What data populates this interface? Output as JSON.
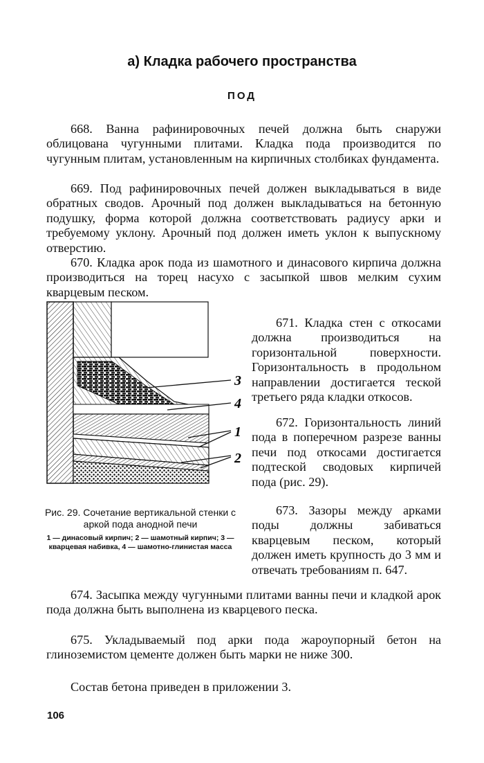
{
  "section_title": "а) Кладка рабочего пространства",
  "subtitle": "ПОД",
  "paragraphs": {
    "p668": "668. Ванна рафинировочных печей должна быть снаружи облицована чугунными плитами. Кладка пода производится по чугунным плитам, установленным на кирпичных столбиках фундамента.",
    "p669": "669. Под рафинировочных печей должен выкладываться в виде обратных сводов. Арочный под должен выкладываться на бетонную подушку, форма которой должна соответствовать радиусу арки и требуемому уклону. Арочный под должен иметь уклон к выпускному отверстию.",
    "p670": "670. Кладка арок пода из шамотного и динасового кирпича должна производиться на торец насухо с засыпкой швов мелким сухим кварцевым песком.",
    "p671": "671. Кладка стен с откосами должна производиться на горизонтальной поверхности. Горизонтальность в продольном направлении достигается теской третьего ряда кладки откосов.",
    "p672": "672. Горизонтальность линий пода в поперечном разрезе ванны печи под откосами достигается подтеской сводовых кирпичей пода (рис. 29).",
    "p673": "673. Зазоры между арками поды должны забиваться кварцевым песком, который должен иметь крупность до 3 мм и отвечать требованиям п. 647.",
    "p674": "674. Засыпка между чугунными плитами ванны печи и кладкой арок пода должна быть выполнена из кварцевого песка.",
    "p675": "675. Укладываемый под арки пода жароупорный бетон на глиноземистом цементе должен быть марки не ниже 300.",
    "note": "Состав бетона приведен в приложении 3."
  },
  "figure": {
    "labels": [
      "3",
      "4",
      "1",
      "2"
    ],
    "caption_title": "Рис. 29. Сочетание вертикальной стенки с аркой пода анодной печи",
    "caption_legend": "1 — динасовый кирпич; 2 — шамотный кирпич; 3 — кварцевая набивка, 4 — шамотно-глинистая масса"
  },
  "page_number": "106"
}
